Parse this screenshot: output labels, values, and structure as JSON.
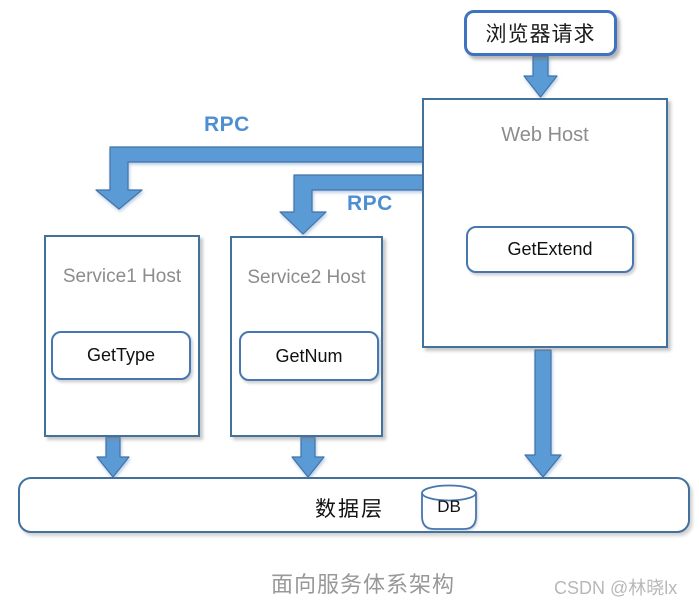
{
  "nodes": {
    "browser_request": {
      "label": "浏览器请求"
    },
    "web_host": {
      "title": "Web Host",
      "method": "GetExtend"
    },
    "service1_host": {
      "title": "Service1 Host",
      "method": "GetType"
    },
    "service2_host": {
      "title": "Service2 Host",
      "method": "GetNum"
    },
    "data_layer": {
      "label": "数据层",
      "db": "DB"
    }
  },
  "edges": {
    "rpc1_label": "RPC",
    "rpc2_label": "RPC"
  },
  "footer": {
    "caption": "面向服务体系架构",
    "watermark": "CSDN @林晓lx"
  },
  "colors": {
    "arrow_fill": "#5B9BD5",
    "arrow_stroke": "#4472A8",
    "box_border": "#41719C",
    "button_border": "#4677B1",
    "browser_box_border": "#3F73BE",
    "node_title_gray": "#8C8C8C",
    "rpc_label_blue": "#4E8FD1",
    "caption_gray": "#989898",
    "watermark_gray": "#B8B8B8"
  }
}
